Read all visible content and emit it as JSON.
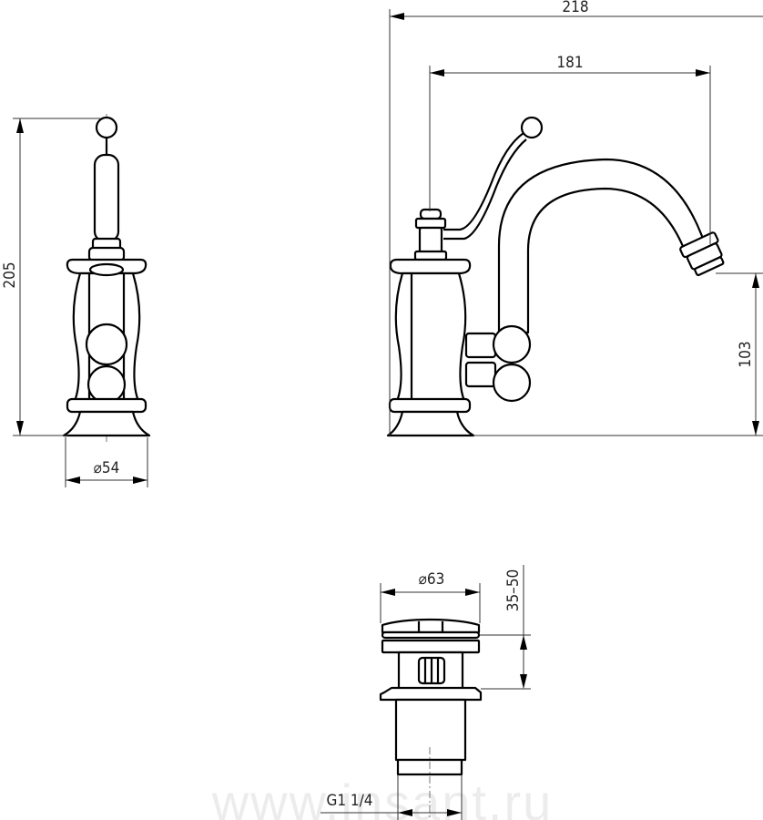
{
  "drawing": {
    "front_view": {
      "height_label": "205",
      "diameter_label": "⌀54"
    },
    "side_view": {
      "overall_reach_label": "218",
      "spout_reach_label": "181",
      "spout_height_label": "103"
    },
    "drain": {
      "diameter_label": "⌀63",
      "thickness_range_label": "35–50",
      "thread_label": "G1 1/4"
    },
    "watermark": "www.insant.ru"
  }
}
